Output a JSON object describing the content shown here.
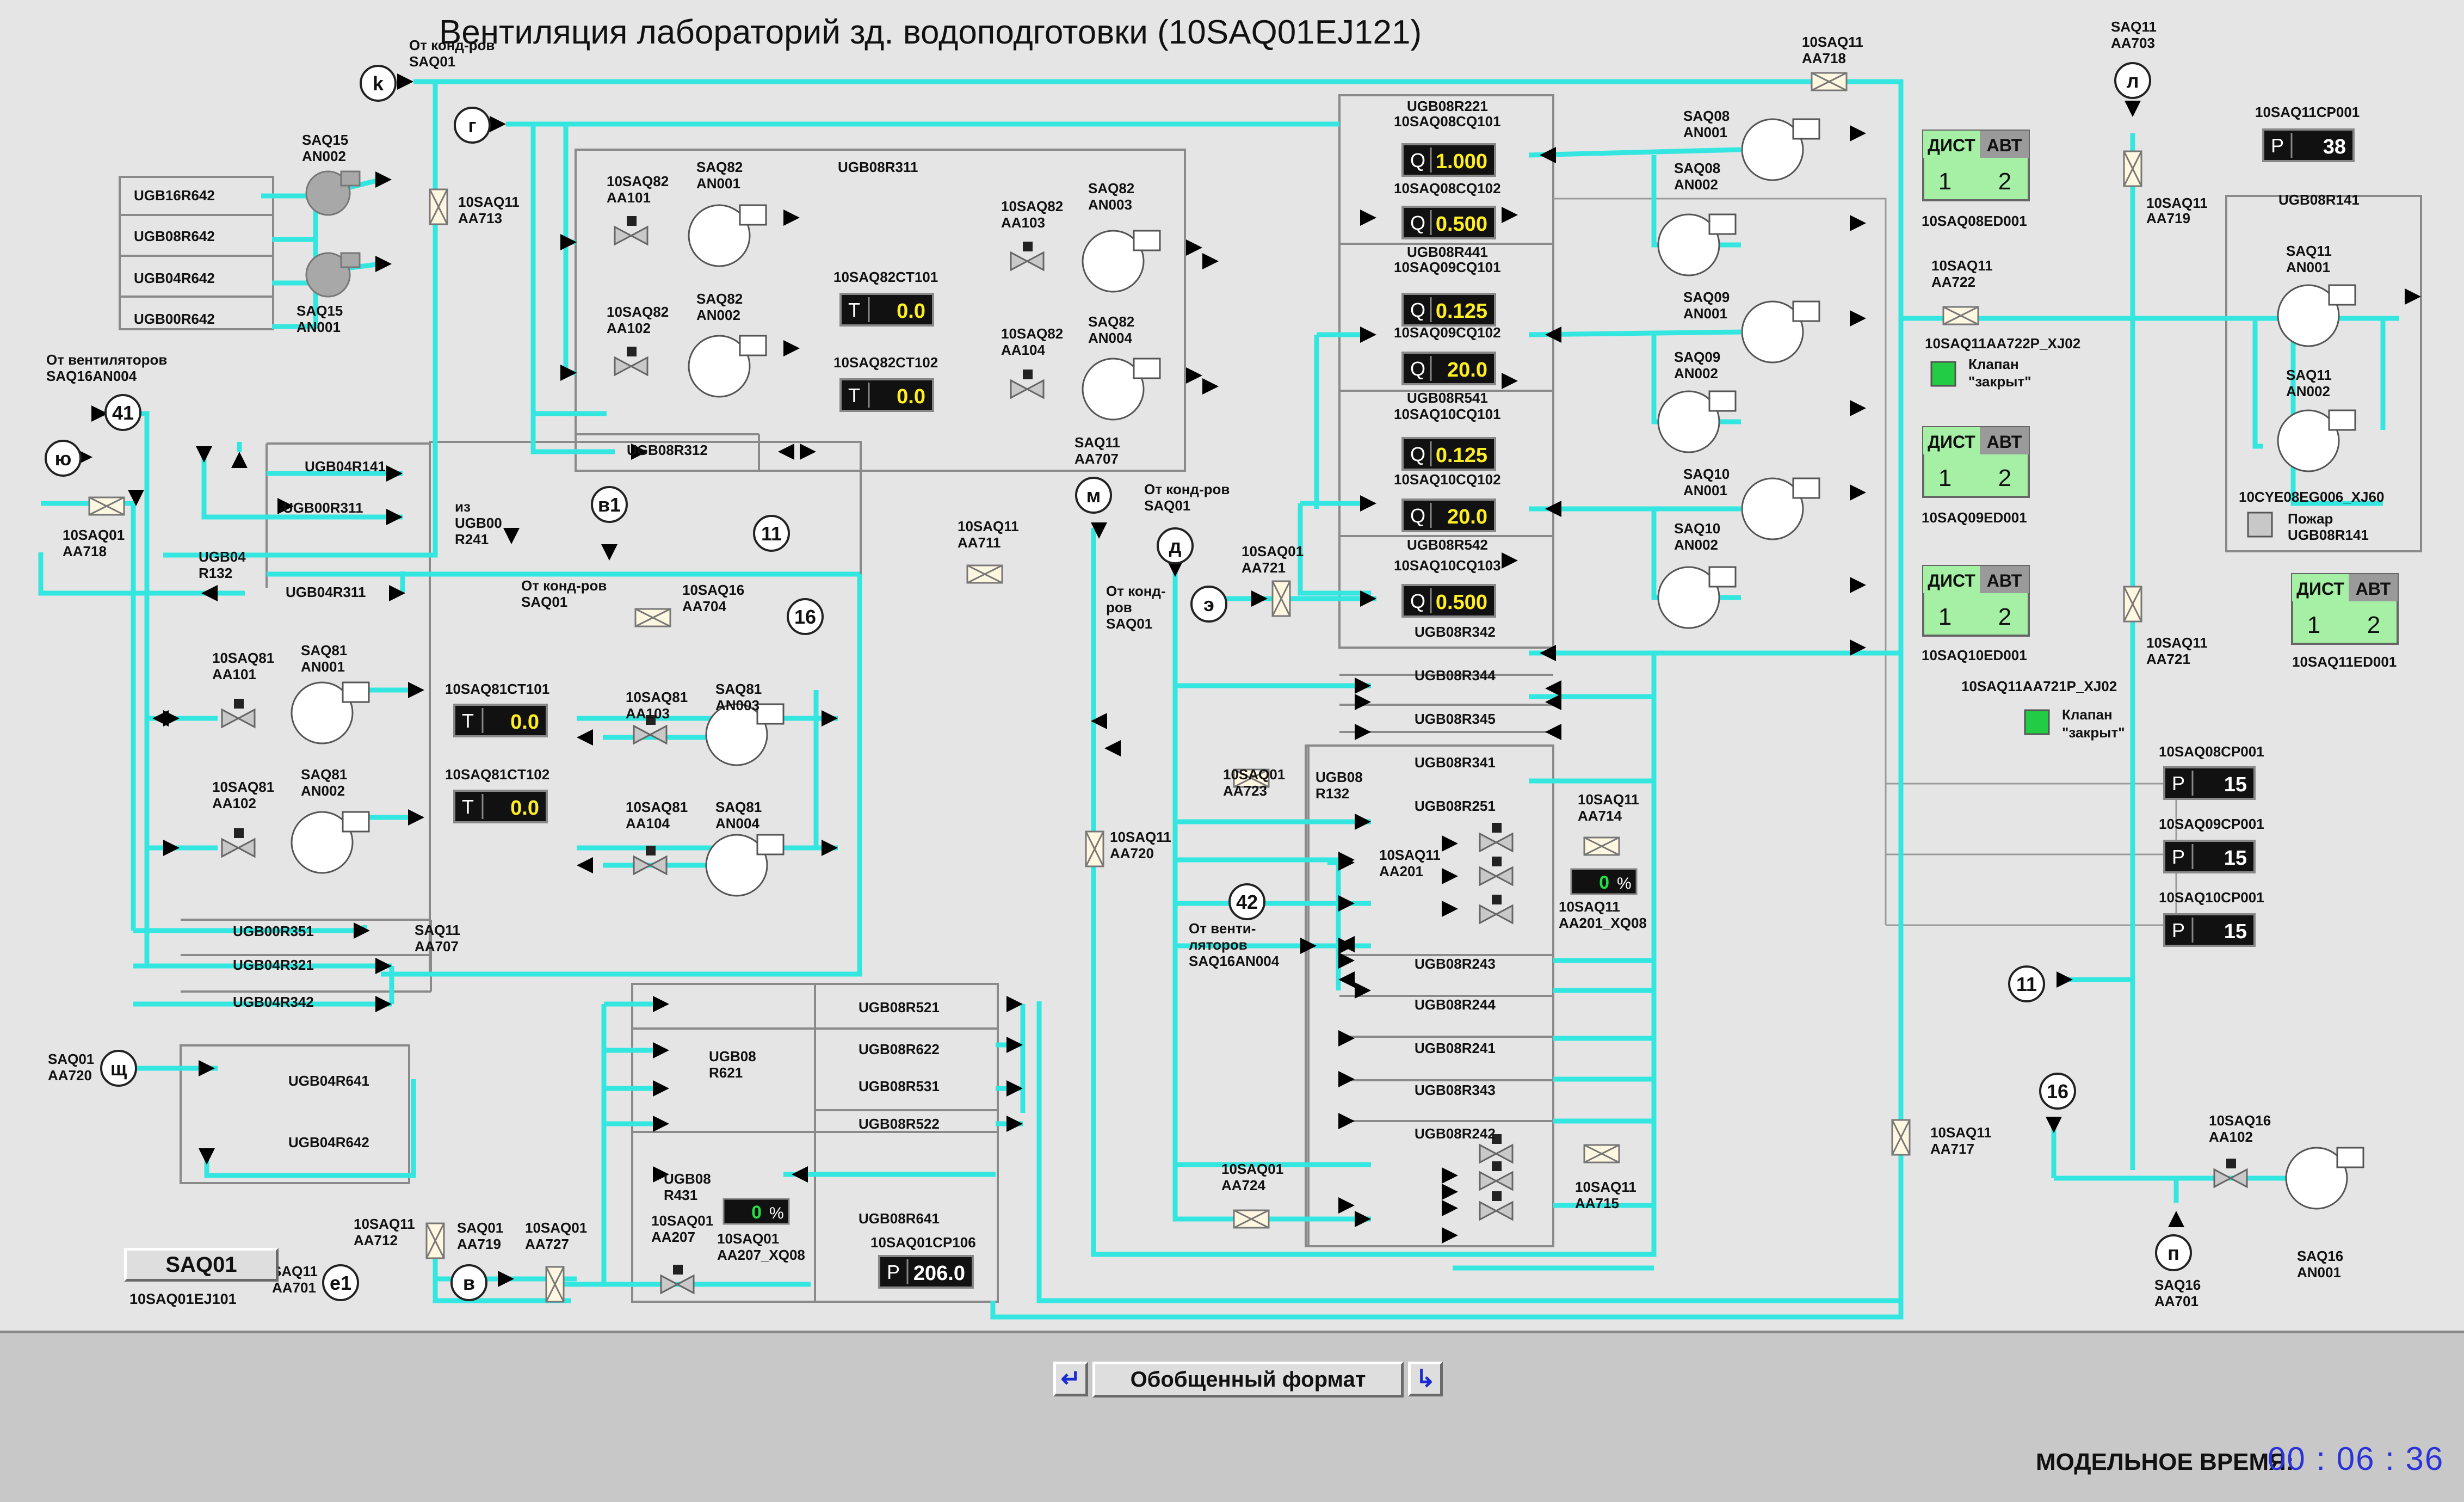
{
  "window": {
    "title": "Вентиляция лабораторий зд. водоподготовки (10SAQ01EJ121)"
  },
  "footer": {
    "format_label": "Обобщенный формат",
    "model_time_label": "МОДЕЛЬНОЕ ВРЕМЯ:",
    "model_time_value": "00 : 06 : 36"
  },
  "saq01_button": {
    "label": "SAQ01",
    "caption": "10SAQ01EJ101"
  },
  "colors": {
    "pipe": "#33e6e0",
    "led_on": "#22cc44",
    "mode_panel": "#a6f0a6",
    "display_bg": "#111111",
    "value_text": "#ffee22"
  },
  "icons": {
    "prev": "arrow-return-left-icon",
    "next": "arrow-return-right-icon",
    "fan": "fan-icon",
    "valve": "valve-icon",
    "damper": "damper-icon"
  },
  "labels": [
    {
      "id": "lbl-0",
      "text": "От конд-ров"
    },
    {
      "id": "lbl-1",
      "text": "SAQ01"
    },
    {
      "id": "lbl-2",
      "text": "10SAQ11"
    },
    {
      "id": "lbl-3",
      "text": "AA718"
    },
    {
      "id": "lbl-4",
      "text": "SAQ11"
    },
    {
      "id": "lbl-5",
      "text": "AA703"
    },
    {
      "id": "lbl-6",
      "text": "10SAQ11CP001"
    },
    {
      "id": "lbl-7",
      "text": "SAQ15"
    },
    {
      "id": "lbl-8",
      "text": "AN002"
    },
    {
      "id": "lbl-9",
      "text": "SAQ15"
    },
    {
      "id": "lbl-10",
      "text": "AN001"
    },
    {
      "id": "lbl-11",
      "text": "UGB16R642"
    },
    {
      "id": "lbl-12",
      "text": "UGB08R642"
    },
    {
      "id": "lbl-13",
      "text": "UGB04R642"
    },
    {
      "id": "lbl-14",
      "text": "UGB00R642"
    },
    {
      "id": "lbl-15",
      "text": "10SAQ11"
    },
    {
      "id": "lbl-16",
      "text": "AA713"
    },
    {
      "id": "lbl-17",
      "text": "UGB08R311"
    },
    {
      "id": "lbl-18",
      "text": "10SAQ82"
    },
    {
      "id": "lbl-19",
      "text": "AA101"
    },
    {
      "id": "lbl-20",
      "text": "SAQ82"
    },
    {
      "id": "lbl-21",
      "text": "AN001"
    },
    {
      "id": "lbl-22",
      "text": "10SAQ82"
    },
    {
      "id": "lbl-23",
      "text": "AA103"
    },
    {
      "id": "lbl-24",
      "text": "SAQ82"
    },
    {
      "id": "lbl-25",
      "text": "AN003"
    },
    {
      "id": "lbl-26",
      "text": "10SAQ82CT101"
    },
    {
      "id": "lbl-27",
      "text": "10SAQ82"
    },
    {
      "id": "lbl-28",
      "text": "AA102"
    },
    {
      "id": "lbl-29",
      "text": "SAQ82"
    },
    {
      "id": "lbl-30",
      "text": "AN002"
    },
    {
      "id": "lbl-31",
      "text": "10SAQ82"
    },
    {
      "id": "lbl-32",
      "text": "AA104"
    },
    {
      "id": "lbl-33",
      "text": "SAQ82"
    },
    {
      "id": "lbl-34",
      "text": "AN004"
    },
    {
      "id": "lbl-35",
      "text": "10SAQ82CT102"
    },
    {
      "id": "lbl-36",
      "text": "UGB08R312"
    },
    {
      "id": "lbl-37",
      "text": "SAQ11"
    },
    {
      "id": "lbl-38",
      "text": "AA707"
    },
    {
      "id": "lbl-39",
      "text": "От вентиляторов"
    },
    {
      "id": "lbl-40",
      "text": "SAQ16AN004"
    },
    {
      "id": "lbl-41",
      "text": "UGB04R141"
    },
    {
      "id": "lbl-42",
      "text": "UGB00R311"
    },
    {
      "id": "lbl-43",
      "text": "10SAQ01"
    },
    {
      "id": "lbl-44",
      "text": "AA718"
    },
    {
      "id": "lbl-45",
      "text": "UGB04"
    },
    {
      "id": "lbl-46",
      "text": "R132"
    },
    {
      "id": "lbl-47",
      "text": "из"
    },
    {
      "id": "lbl-48",
      "text": "UGB00"
    },
    {
      "id": "lbl-49",
      "text": "R241"
    },
    {
      "id": "lbl-50",
      "text": "UGB04R311"
    },
    {
      "id": "lbl-51",
      "text": "От конд-ров"
    },
    {
      "id": "lbl-52",
      "text": "SAQ01"
    },
    {
      "id": "lbl-53",
      "text": "10SAQ16"
    },
    {
      "id": "lbl-54",
      "text": "AA704"
    },
    {
      "id": "lbl-55",
      "text": "10SAQ11"
    },
    {
      "id": "lbl-56",
      "text": "AA711"
    },
    {
      "id": "lbl-57",
      "text": "От конд-ров"
    },
    {
      "id": "lbl-58",
      "text": "SAQ01"
    },
    {
      "id": "lbl-59",
      "text": "10SAQ01"
    },
    {
      "id": "lbl-60",
      "text": "AA721"
    },
    {
      "id": "lbl-61",
      "text": "От конд-"
    },
    {
      "id": "lbl-62",
      "text": "ров"
    },
    {
      "id": "lbl-63",
      "text": "SAQ01"
    },
    {
      "id": "lbl-64",
      "text": "10SAQ81"
    },
    {
      "id": "lbl-65",
      "text": "AA101"
    },
    {
      "id": "lbl-66",
      "text": "SAQ81"
    },
    {
      "id": "lbl-67",
      "text": "AN001"
    },
    {
      "id": "lbl-68",
      "text": "10SAQ81CT101"
    },
    {
      "id": "lbl-69",
      "text": "10SAQ81"
    },
    {
      "id": "lbl-70",
      "text": "AA103"
    },
    {
      "id": "lbl-71",
      "text": "SAQ81"
    },
    {
      "id": "lbl-72",
      "text": "AN003"
    },
    {
      "id": "lbl-73",
      "text": "10SAQ81"
    },
    {
      "id": "lbl-74",
      "text": "AA102"
    },
    {
      "id": "lbl-75",
      "text": "SAQ81"
    },
    {
      "id": "lbl-76",
      "text": "AN002"
    },
    {
      "id": "lbl-77",
      "text": "10SAQ81CT102"
    },
    {
      "id": "lbl-78",
      "text": "10SAQ81"
    },
    {
      "id": "lbl-79",
      "text": "AA104"
    },
    {
      "id": "lbl-80",
      "text": "SAQ81"
    },
    {
      "id": "lbl-81",
      "text": "AN004"
    },
    {
      "id": "lbl-82",
      "text": "UGB00R351"
    },
    {
      "id": "lbl-83",
      "text": "SAQ11"
    },
    {
      "id": "lbl-84",
      "text": "AA707"
    },
    {
      "id": "lbl-85",
      "text": "UGB04R321"
    },
    {
      "id": "lbl-86",
      "text": "UGB04R342"
    },
    {
      "id": "lbl-87",
      "text": "SAQ01"
    },
    {
      "id": "lbl-88",
      "text": "AA720"
    },
    {
      "id": "lbl-89",
      "text": "UGB04R641"
    },
    {
      "id": "lbl-90",
      "text": "UGB04R642"
    },
    {
      "id": "lbl-91",
      "text": "10SAQ11"
    },
    {
      "id": "lbl-92",
      "text": "AA712"
    },
    {
      "id": "lbl-93",
      "text": "SAQ01"
    },
    {
      "id": "lbl-94",
      "text": "AA719"
    },
    {
      "id": "lbl-95",
      "text": "10SAQ01"
    },
    {
      "id": "lbl-96",
      "text": "AA727"
    },
    {
      "id": "lbl-97",
      "text": "SAQ11"
    },
    {
      "id": "lbl-98",
      "text": "AA701"
    },
    {
      "id": "lbl-99",
      "text": "UGB08R521"
    },
    {
      "id": "lbl-100",
      "text": "UGB08"
    },
    {
      "id": "lbl-101",
      "text": "R621"
    },
    {
      "id": "lbl-102",
      "text": "UGB08R622"
    },
    {
      "id": "lbl-103",
      "text": "UGB08R531"
    },
    {
      "id": "lbl-104",
      "text": "UGB08R522"
    },
    {
      "id": "lbl-105",
      "text": "UGB08"
    },
    {
      "id": "lbl-106",
      "text": "R431"
    },
    {
      "id": "lbl-107",
      "text": "10SAQ01"
    },
    {
      "id": "lbl-108",
      "text": "AA207"
    },
    {
      "id": "lbl-109",
      "text": "10SAQ01"
    },
    {
      "id": "lbl-110",
      "text": "AA207_XQ08"
    },
    {
      "id": "lbl-111",
      "text": "UGB08R641"
    },
    {
      "id": "lbl-112",
      "text": "10SAQ01CP106"
    },
    {
      "id": "lbl-113",
      "text": "10SAQ11"
    },
    {
      "id": "lbl-114",
      "text": "AA720"
    },
    {
      "id": "lbl-115",
      "text": "10SAQ01"
    },
    {
      "id": "lbl-116",
      "text": "AA723"
    },
    {
      "id": "lbl-117",
      "text": "UGB08"
    },
    {
      "id": "lbl-118",
      "text": "R132"
    },
    {
      "id": "lbl-119",
      "text": "От венти-"
    },
    {
      "id": "lbl-120",
      "text": "ляторов"
    },
    {
      "id": "lbl-121",
      "text": "SAQ16AN004"
    },
    {
      "id": "lbl-122",
      "text": "10SAQ01"
    },
    {
      "id": "lbl-123",
      "text": "AA724"
    },
    {
      "id": "lbl-124",
      "text": "UGB08R221"
    },
    {
      "id": "lbl-125",
      "text": "10SAQ08CQ101"
    },
    {
      "id": "lbl-126",
      "text": "10SAQ08CQ102"
    },
    {
      "id": "lbl-127",
      "text": "UGB08R441"
    },
    {
      "id": "lbl-128",
      "text": "10SAQ09CQ101"
    },
    {
      "id": "lbl-129",
      "text": "10SAQ09CQ102"
    },
    {
      "id": "lbl-130",
      "text": "UGB08R541"
    },
    {
      "id": "lbl-131",
      "text": "10SAQ10CQ101"
    },
    {
      "id": "lbl-132",
      "text": "10SAQ10CQ102"
    },
    {
      "id": "lbl-133",
      "text": "UGB08R542"
    },
    {
      "id": "lbl-134",
      "text": "10SAQ10CQ103"
    },
    {
      "id": "lbl-135",
      "text": "UGB08R342"
    },
    {
      "id": "lbl-136",
      "text": "UGB08R344"
    },
    {
      "id": "lbl-137",
      "text": "UGB08R345"
    },
    {
      "id": "lbl-138",
      "text": "UGB08R341"
    },
    {
      "id": "lbl-139",
      "text": "UGB08R251"
    },
    {
      "id": "lbl-140",
      "text": "10SAQ11"
    },
    {
      "id": "lbl-141",
      "text": "AA714"
    },
    {
      "id": "lbl-142",
      "text": "10SAQ11"
    },
    {
      "id": "lbl-143",
      "text": "AA201"
    },
    {
      "id": "lbl-144",
      "text": "10SAQ11"
    },
    {
      "id": "lbl-145",
      "text": "AA201_XQ08"
    },
    {
      "id": "lbl-146",
      "text": "UGB08R243"
    },
    {
      "id": "lbl-147",
      "text": "UGB08R244"
    },
    {
      "id": "lbl-148",
      "text": "UGB08R241"
    },
    {
      "id": "lbl-149",
      "text": "UGB08R343"
    },
    {
      "id": "lbl-150",
      "text": "UGB08R242"
    },
    {
      "id": "lbl-151",
      "text": "10SAQ11"
    },
    {
      "id": "lbl-152",
      "text": "AA715"
    },
    {
      "id": "lbl-153",
      "text": "SAQ08"
    },
    {
      "id": "lbl-154",
      "text": "AN001"
    },
    {
      "id": "lbl-155",
      "text": "SAQ08"
    },
    {
      "id": "lbl-156",
      "text": "AN002"
    },
    {
      "id": "lbl-157",
      "text": "SAQ09"
    },
    {
      "id": "lbl-158",
      "text": "AN001"
    },
    {
      "id": "lbl-159",
      "text": "SAQ09"
    },
    {
      "id": "lbl-160",
      "text": "AN002"
    },
    {
      "id": "lbl-161",
      "text": "SAQ10"
    },
    {
      "id": "lbl-162",
      "text": "AN001"
    },
    {
      "id": "lbl-163",
      "text": "SAQ10"
    },
    {
      "id": "lbl-164",
      "text": "AN002"
    },
    {
      "id": "lbl-165",
      "text": "10SAQ08ED001"
    },
    {
      "id": "lbl-166",
      "text": "10SAQ11"
    },
    {
      "id": "lbl-167",
      "text": "AA722"
    },
    {
      "id": "lbl-168",
      "text": "10SAQ11AA722P_XJ02"
    },
    {
      "id": "lbl-169",
      "text": "Клапан"
    },
    {
      "id": "lbl-170",
      "text": "\"закрыт\""
    },
    {
      "id": "lbl-171",
      "text": "10SAQ09ED001"
    },
    {
      "id": "lbl-172",
      "text": "10SAQ10ED001"
    },
    {
      "id": "lbl-173",
      "text": "10SAQ11AA721P_XJ02"
    },
    {
      "id": "lbl-174",
      "text": "Клапан"
    },
    {
      "id": "lbl-175",
      "text": "\"закрыт\""
    },
    {
      "id": "lbl-176",
      "text": "10SAQ11"
    },
    {
      "id": "lbl-177",
      "text": "AA719"
    },
    {
      "id": "lbl-178",
      "text": "UGB08R141"
    },
    {
      "id": "lbl-179",
      "text": "SAQ11"
    },
    {
      "id": "lbl-180",
      "text": "AN001"
    },
    {
      "id": "lbl-181",
      "text": "SAQ11"
    },
    {
      "id": "lbl-182",
      "text": "AN002"
    },
    {
      "id": "lbl-183",
      "text": "10CYE08EG006_XJ60"
    },
    {
      "id": "lbl-184",
      "text": "Пожар"
    },
    {
      "id": "lbl-185",
      "text": "UGB08R141"
    },
    {
      "id": "lbl-186",
      "text": "10SAQ11"
    },
    {
      "id": "lbl-187",
      "text": "AA721"
    },
    {
      "id": "lbl-188",
      "text": "10SAQ11ED001"
    },
    {
      "id": "lbl-189",
      "text": "10SAQ08CP001"
    },
    {
      "id": "lbl-190",
      "text": "10SAQ09CP001"
    },
    {
      "id": "lbl-191",
      "text": "10SAQ10CP001"
    },
    {
      "id": "lbl-192",
      "text": "10SAQ11"
    },
    {
      "id": "lbl-193",
      "text": "AA717"
    },
    {
      "id": "lbl-194",
      "text": "10SAQ16"
    },
    {
      "id": "lbl-195",
      "text": "AA102"
    },
    {
      "id": "lbl-196",
      "text": "SAQ16"
    },
    {
      "id": "lbl-197",
      "text": "AN001"
    },
    {
      "id": "lbl-198",
      "text": "SAQ16"
    },
    {
      "id": "lbl-199",
      "text": "AA701"
    }
  ],
  "connectors": [
    {
      "id": "con-k",
      "label": "k"
    },
    {
      "id": "con-g",
      "label": "г"
    },
    {
      "id": "con-l",
      "label": "л"
    },
    {
      "id": "con-41",
      "label": "41"
    },
    {
      "id": "con-yu",
      "label": "ю"
    },
    {
      "id": "con-v1",
      "label": "в1"
    },
    {
      "id": "con-11a",
      "label": "11"
    },
    {
      "id": "con-m",
      "label": "м"
    },
    {
      "id": "con-d",
      "label": "д"
    },
    {
      "id": "con-e",
      "label": "э"
    },
    {
      "id": "con-16a",
      "label": "16"
    },
    {
      "id": "con-42",
      "label": "42"
    },
    {
      "id": "con-11b",
      "label": "11"
    },
    {
      "id": "con-16b",
      "label": "16"
    },
    {
      "id": "con-shch",
      "label": "щ"
    },
    {
      "id": "con-e1",
      "label": "е1"
    },
    {
      "id": "con-v",
      "label": "в"
    },
    {
      "id": "con-p",
      "label": "п"
    }
  ],
  "displays": [
    {
      "id": "disp-0",
      "unit": "T",
      "value": "0.0"
    },
    {
      "id": "disp-1",
      "unit": "T",
      "value": "0.0"
    },
    {
      "id": "disp-2",
      "unit": "T",
      "value": "0.0"
    },
    {
      "id": "disp-3",
      "unit": "T",
      "value": "0.0"
    },
    {
      "id": "disp-4",
      "unit": "Q",
      "value": "1.000"
    },
    {
      "id": "disp-5",
      "unit": "Q",
      "value": "0.500"
    },
    {
      "id": "disp-6",
      "unit": "Q",
      "value": "0.125"
    },
    {
      "id": "disp-7",
      "unit": "Q",
      "value": "20.0"
    },
    {
      "id": "disp-8",
      "unit": "Q",
      "value": "0.125"
    },
    {
      "id": "disp-9",
      "unit": "Q",
      "value": "20.0"
    },
    {
      "id": "disp-10",
      "unit": "Q",
      "value": "0.500"
    },
    {
      "id": "disp-11",
      "unit": "P",
      "value": "38"
    },
    {
      "id": "disp-12",
      "unit": "P",
      "value": "15"
    },
    {
      "id": "disp-13",
      "unit": "P",
      "value": "15"
    },
    {
      "id": "disp-14",
      "unit": "P",
      "value": "15"
    },
    {
      "id": "disp-15",
      "unit": "P",
      "value": "206.0"
    }
  ],
  "percent_displays": [
    {
      "id": "pct-0",
      "value": "0",
      "unit": "%"
    },
    {
      "id": "pct-1",
      "value": "0",
      "unit": "%"
    }
  ],
  "mode_panels": [
    {
      "id": "mode-0",
      "left": "ДИСТ",
      "right": "АВТ",
      "n1": "1",
      "n2": "2"
    },
    {
      "id": "mode-1",
      "left": "ДИСТ",
      "right": "АВТ",
      "n1": "1",
      "n2": "2"
    },
    {
      "id": "mode-2",
      "left": "ДИСТ",
      "right": "АВТ",
      "n1": "1",
      "n2": "2"
    },
    {
      "id": "mode-3",
      "left": "ДИСТ",
      "right": "АВТ",
      "n1": "1",
      "n2": "2"
    }
  ]
}
